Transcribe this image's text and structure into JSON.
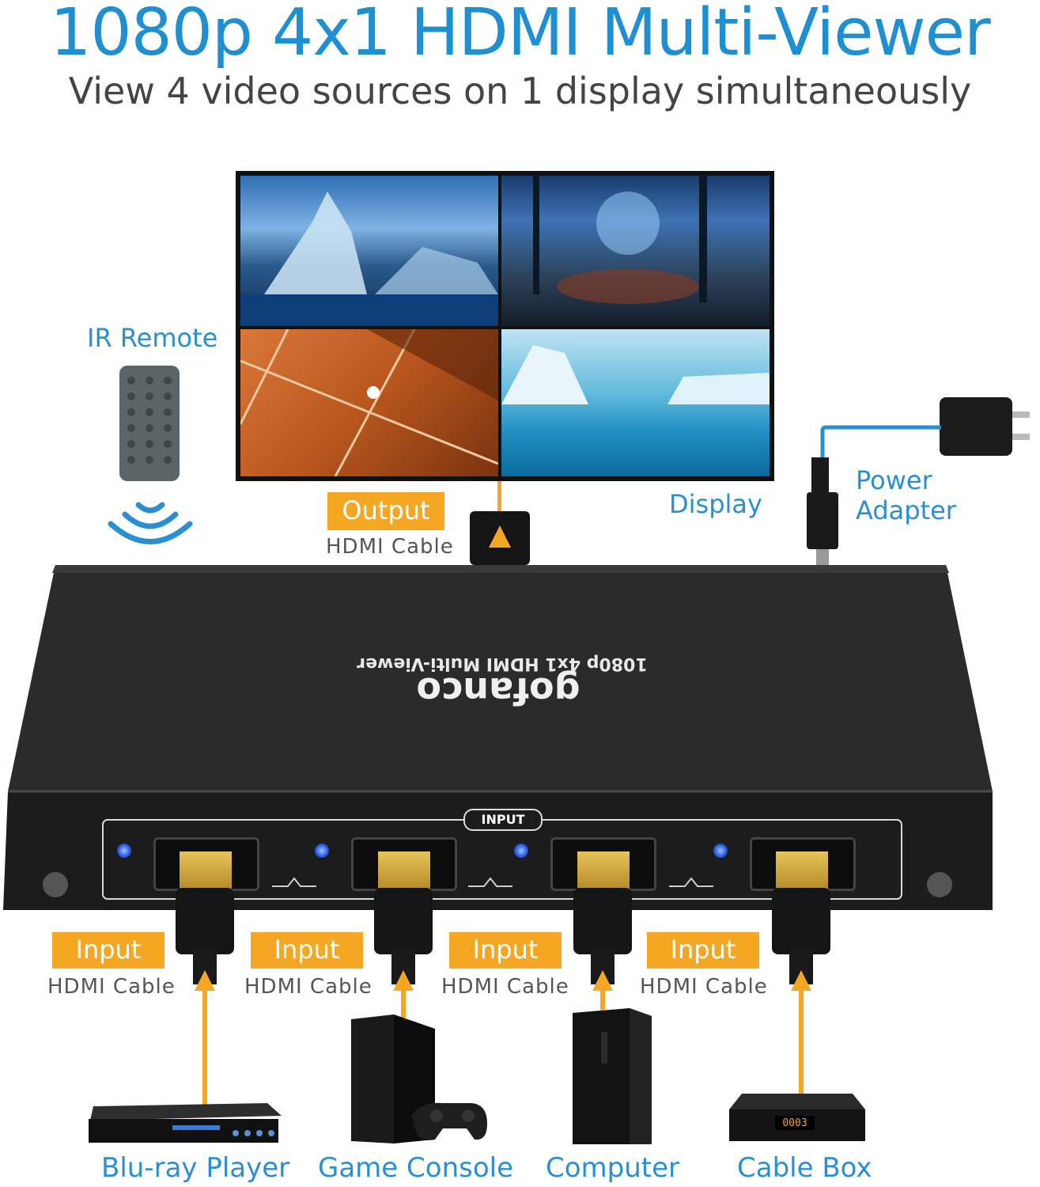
{
  "title": "1080p 4x1 HDMI Multi-Viewer",
  "subtitle": "View 4 video sources on 1 display simultaneously",
  "labels": {
    "ir_remote": "IR Remote",
    "display": "Display",
    "power_adapter": "Power Adapter",
    "output_tag": "Output",
    "output_cable": "HDMI  Cable",
    "input_panel": "INPUT"
  },
  "device": {
    "model_text": "1080p 4x1 HDMI Multi-Viewer",
    "brand": "gofanco"
  },
  "inputs": [
    {
      "tag": "Input",
      "cable": "HDMI  Cable",
      "source": "Blu-ray Player"
    },
    {
      "tag": "Input",
      "cable": "HDMI  Cable",
      "source": "Game Console"
    },
    {
      "tag": "Input",
      "cable": "HDMI  Cable",
      "source": "Computer"
    },
    {
      "tag": "Input",
      "cable": "HDMI  Cable",
      "source": "Cable Box"
    }
  ],
  "cable_box_display": "0003",
  "colors": {
    "title_blue": "#1e8fd0",
    "accent_orange": "#f5a623",
    "label_blue": "#2a8fd2",
    "led_blue": "#2d5fe8"
  }
}
